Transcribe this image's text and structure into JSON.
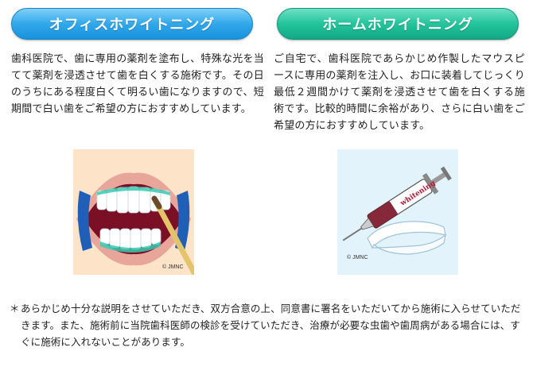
{
  "office": {
    "title": "オフィスホワイトニング",
    "description": "歯科医院で、歯に専用の薬剤を塗布し、特殊な光を当てて薬剤を浸透させて歯を白くする施術です。その日のうちにある程度白くて明るい歯になりますので、短期間で白い歯をご希望の方におすすめしています。",
    "copyright": "© JMNC"
  },
  "home": {
    "title": "ホームホワイトニング",
    "description": "ご自宅で、歯科医院であらかじめ作製したマウスピースに専用の薬剤を注入し、お口に装着してじっくり最低２週間かけて薬剤を浸透させて歯を白くする施術です。比較的時間に余裕があり、さらに白い歯をご希望の方におすすめしています。",
    "syringe_label": "whitening",
    "copyright": "© JMNC"
  },
  "note": {
    "mark": "＊",
    "text": "あらかじめ十分な説明をさせていただき、双方合意の上、同意書に署名をいただいてから施術に入らせていただきます。また、施術前に当院歯科医師の検診を受けていただき、治療が必要な虫歯や歯周病がある場合には、すぐに施術に入れないことがあります。"
  },
  "colors": {
    "office_accent": "#32a8ea",
    "home_accent": "#23c49c"
  }
}
